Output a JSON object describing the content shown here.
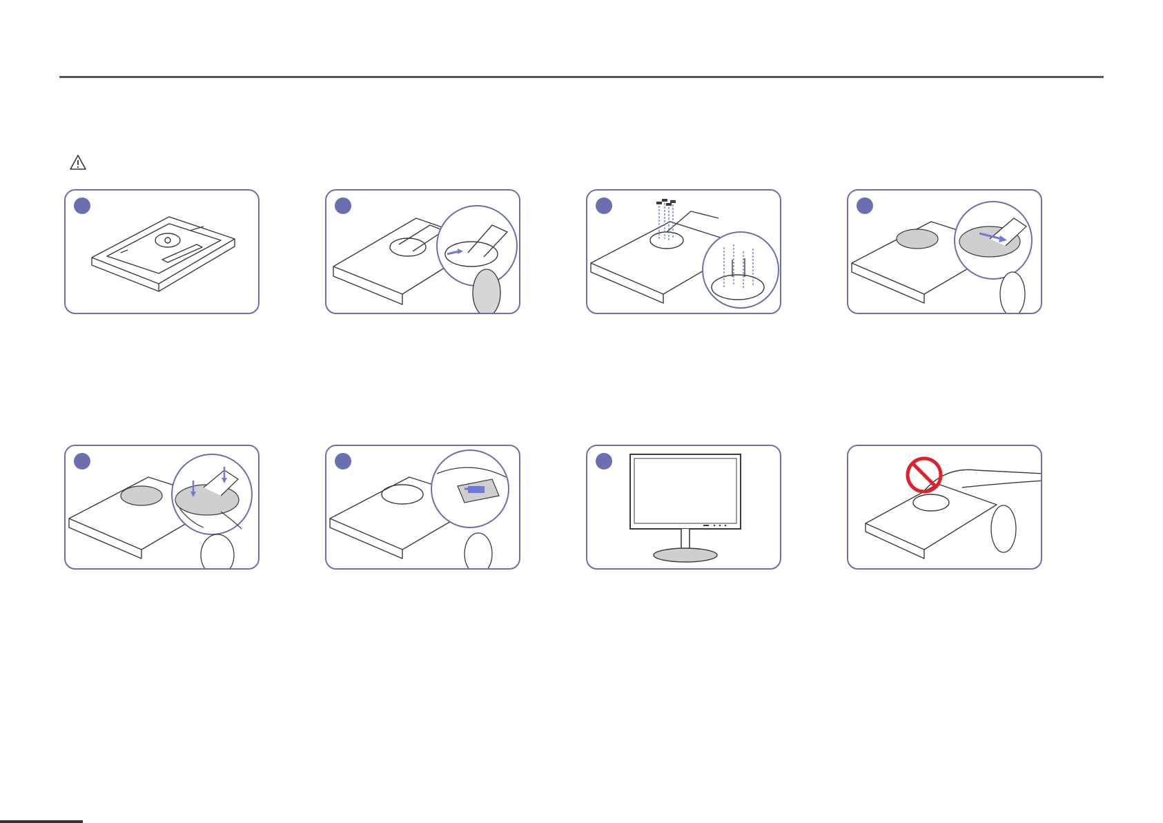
{
  "colors": {
    "accent": "#6a6fb0",
    "rule": "#555555",
    "line_art": "#3a3a3a",
    "arrow": "#6f7ad6",
    "prohibit": "#e0202a"
  },
  "caution": {
    "icon": "warning-triangle-icon"
  },
  "panels": [
    {
      "id": "p1",
      "icon": "monitor-face-down-icon",
      "has_badge": true
    },
    {
      "id": "p2",
      "icon": "stand-attach-icon",
      "has_badge": true
    },
    {
      "id": "p3",
      "icon": "screws-icon",
      "has_badge": true
    },
    {
      "id": "p4",
      "icon": "base-rotate-icon",
      "has_badge": true
    },
    {
      "id": "p5",
      "icon": "press-base-icon",
      "has_badge": true
    },
    {
      "id": "p6",
      "icon": "lock-slide-icon",
      "has_badge": true
    },
    {
      "id": "p7",
      "icon": "monitor-upright-icon",
      "has_badge": true
    },
    {
      "id": "p8",
      "icon": "prohibited-icon",
      "has_badge": false
    }
  ]
}
